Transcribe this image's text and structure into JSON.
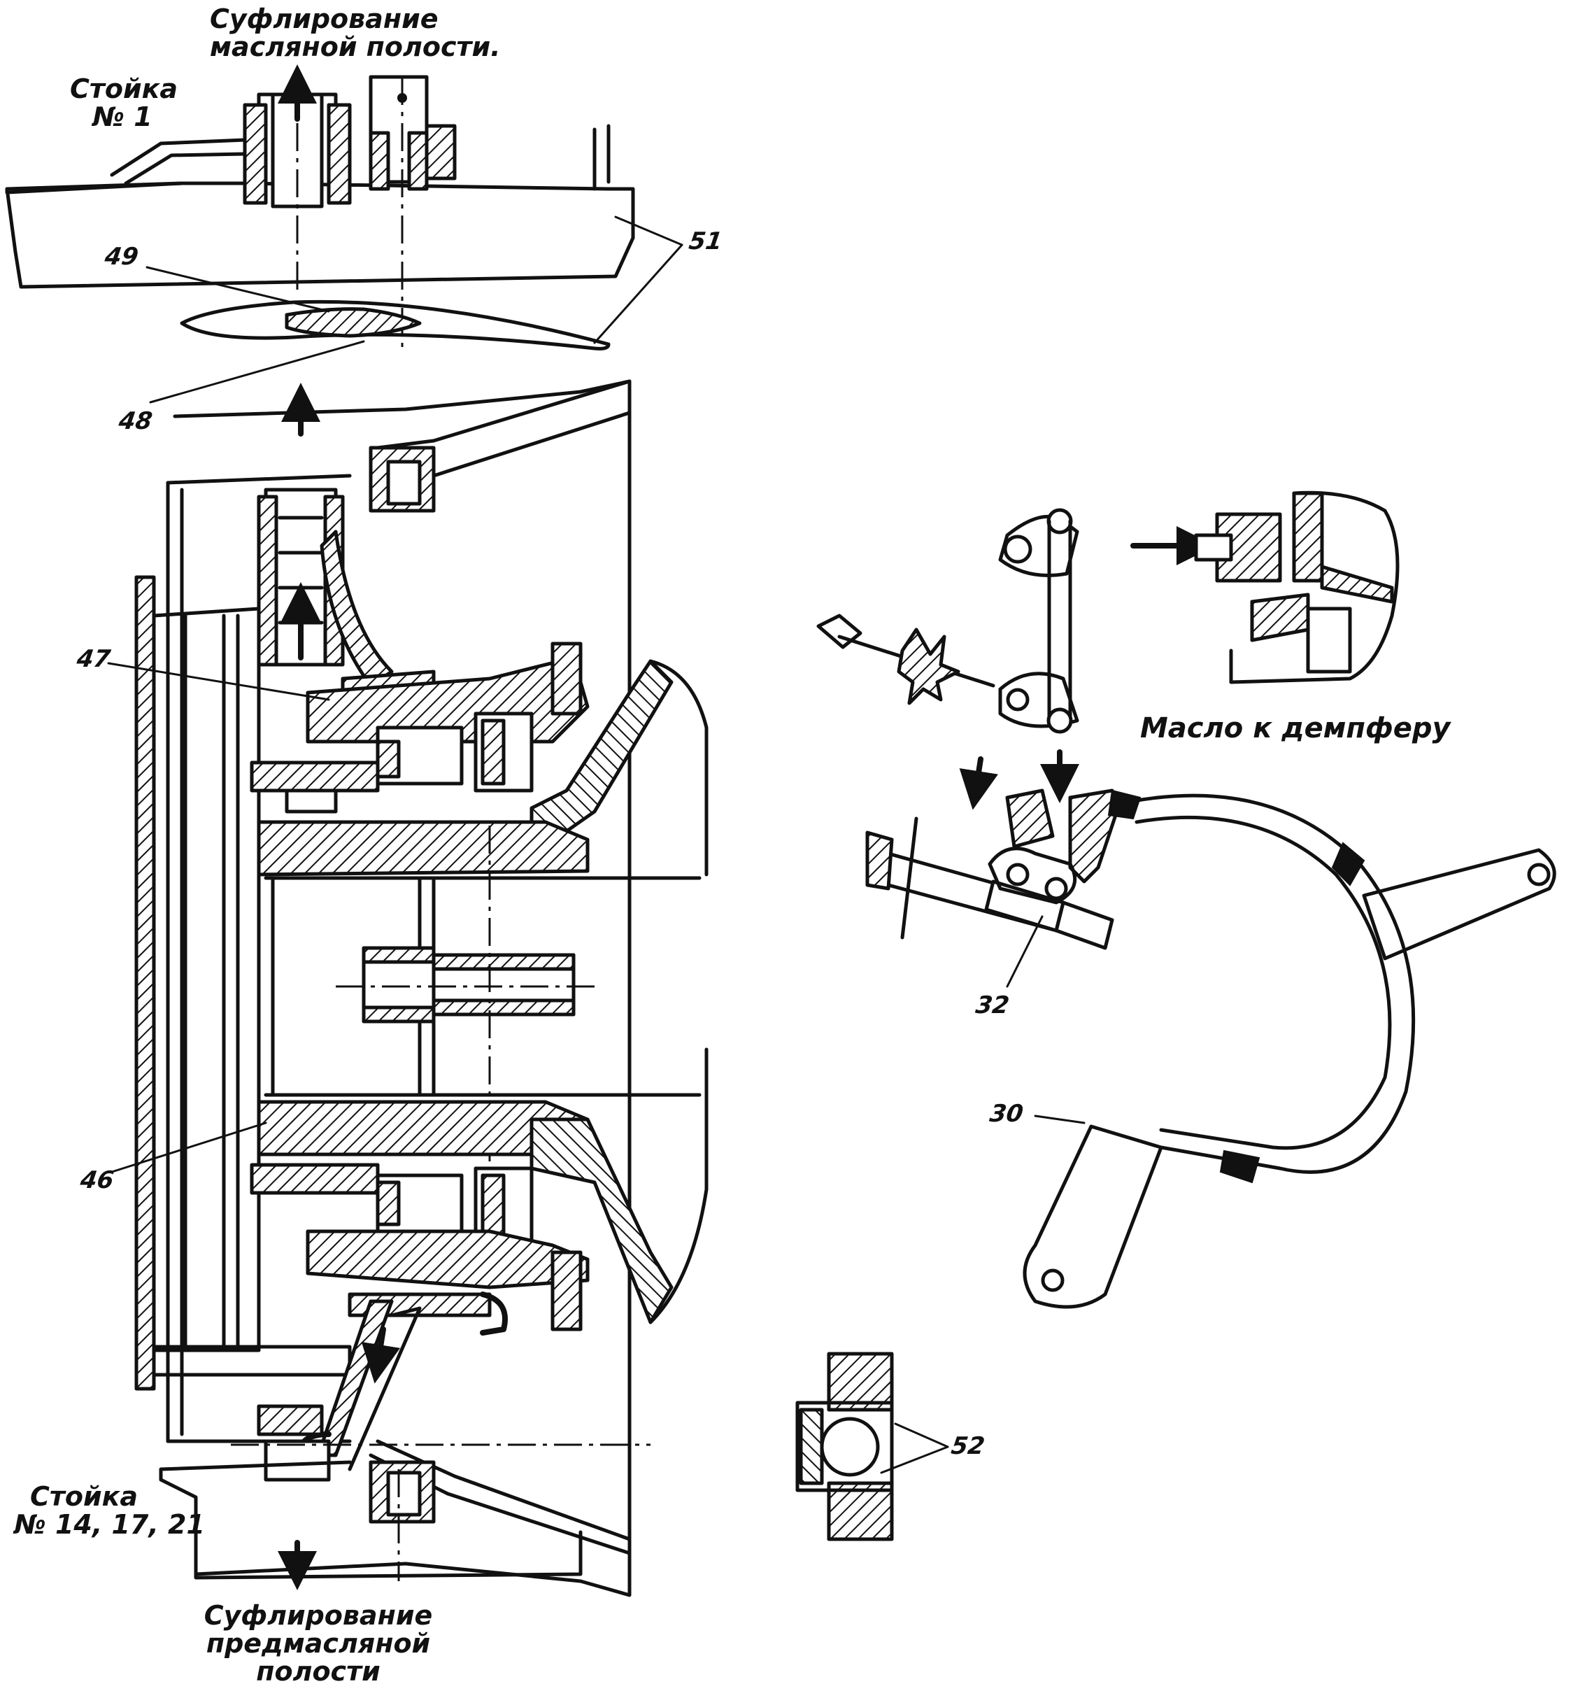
{
  "labels": {
    "top_caption": [
      "Суфлирование",
      "масляной полости."
    ],
    "strut_1": [
      "Стойка",
      "№ 1"
    ],
    "strut_bottom": [
      "Стойка",
      "№ 14, 17, 21"
    ],
    "bottom_caption": [
      "Суфлирование",
      "предмасляной",
      "полости"
    ],
    "oil_to_damper": "Масло к демпферу"
  },
  "part_numbers": [
    "51",
    "49",
    "48",
    "47",
    "46",
    "32",
    "30",
    "52"
  ]
}
